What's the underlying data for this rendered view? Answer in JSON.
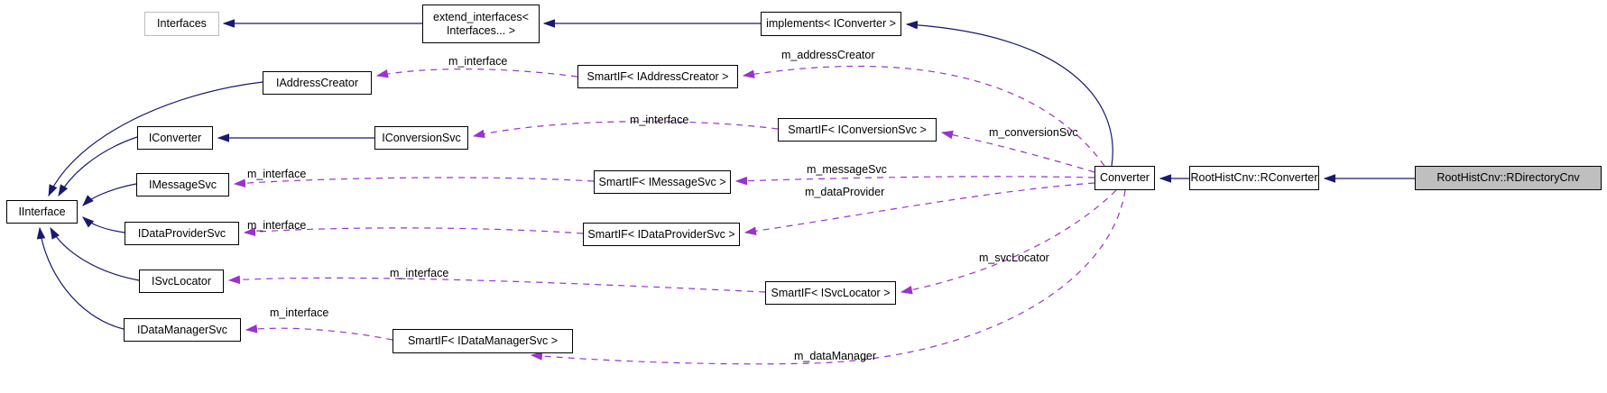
{
  "colors": {
    "inheritance_edge": "#191970",
    "usage_edge": "#9a32cd",
    "node_border": "#000000",
    "external_node_border": "#bdbdbd",
    "highlight_node_bg": "#bfbfbf",
    "background": "#ffffff"
  },
  "nodes": [
    {
      "label": "Interfaces"
    },
    {
      "label": "extend_interfaces<\nInterfaces... >"
    },
    {
      "label": "implements< IConverter >"
    },
    {
      "label": "IAddressCreator"
    },
    {
      "label": "SmartIF< IAddressCreator >"
    },
    {
      "label": "IConverter"
    },
    {
      "label": "IConversionSvc"
    },
    {
      "label": "SmartIF< IConversionSvc >"
    },
    {
      "label": "IMessageSvc"
    },
    {
      "label": "SmartIF< IMessageSvc >"
    },
    {
      "label": "IInterface"
    },
    {
      "label": "IDataProviderSvc"
    },
    {
      "label": "SmartIF< IDataProviderSvc >"
    },
    {
      "label": "ISvcLocator"
    },
    {
      "label": "SmartIF< ISvcLocator >"
    },
    {
      "label": "IDataManagerSvc"
    },
    {
      "label": "SmartIF< IDataManagerSvc >"
    },
    {
      "label": "Converter"
    },
    {
      "label": "RootHistCnv::RConverter"
    },
    {
      "label": "RootHistCnv::RDirectoryCnv"
    }
  ],
  "edge_labels": [
    {
      "text": "m_interface"
    },
    {
      "text": "m_addressCreator"
    },
    {
      "text": "m_interface"
    },
    {
      "text": "m_conversionSvc"
    },
    {
      "text": "m_interface"
    },
    {
      "text": "m_messageSvc"
    },
    {
      "text": "m_interface"
    },
    {
      "text": "m_dataProvider"
    },
    {
      "text": "m_interface"
    },
    {
      "text": "m_svcLocator"
    },
    {
      "text": "m_interface"
    },
    {
      "text": "m_dataManager"
    }
  ]
}
